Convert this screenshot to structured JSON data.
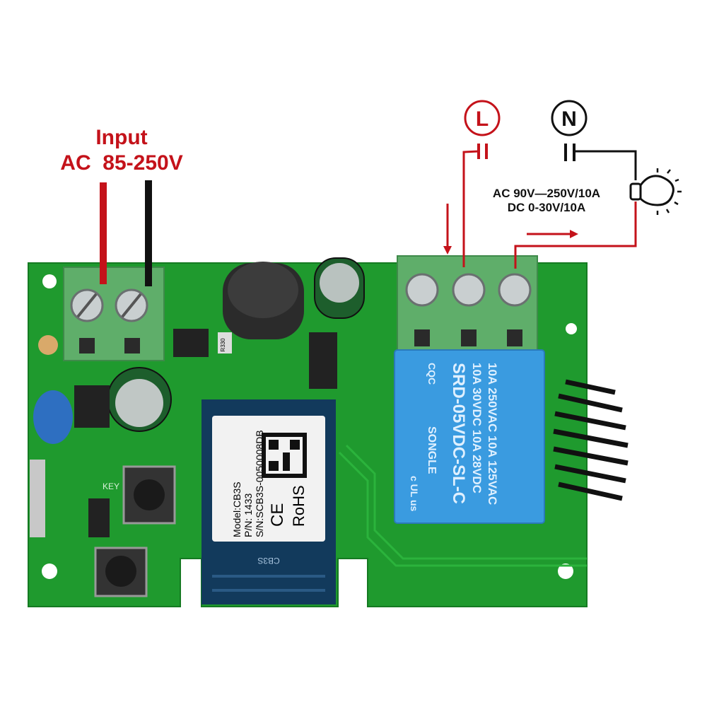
{
  "input_label": {
    "line1": "Input",
    "line2": "AC  85-250V"
  },
  "terminals": {
    "live": "L",
    "neutral": "N"
  },
  "load_rating": {
    "line1": "AC 90V—250V/10A",
    "line2": "DC 0-30V/10A"
  },
  "module": {
    "model": "Model:CB3S",
    "pn": "P/N: 1433",
    "sn": "S/N:SCB3S-0050008DB",
    "rohs": "RoHS",
    "ce": "CE",
    "antenna_label": "CB3S"
  },
  "relay": {
    "line1": "10A 250VAC  10A 125VAC",
    "line2": "10A 30VDC  10A 28VDC",
    "model": "SRD-05VDC-SL-C",
    "brand": "SONGLE",
    "cert": "CQC",
    "ul": "c UL us"
  },
  "pcb_labels": {
    "key": "KEY",
    "resistor": "R330"
  },
  "colors": {
    "live_wire": "#c4121a",
    "neutral_wire": "#111111",
    "pcb": "#1f9a2e",
    "terminal": "#5fae6a",
    "relay": "#3a9be0",
    "module": "#123a5c"
  },
  "icons": [
    "light-bulb-icon",
    "arrow-down-icon",
    "arrow-right-icon",
    "contact-icon"
  ]
}
